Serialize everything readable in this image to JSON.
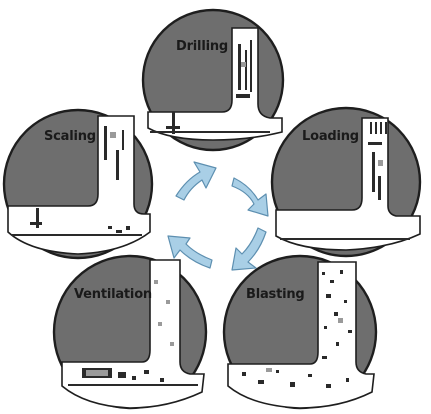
{
  "diagram": {
    "stages": [
      {
        "id": "drilling",
        "label": "Drilling"
      },
      {
        "id": "loading",
        "label": "Loading"
      },
      {
        "id": "blasting",
        "label": "Blasting"
      },
      {
        "id": "ventilation",
        "label": "Ventilation"
      },
      {
        "id": "scaling",
        "label": "Scaling"
      }
    ],
    "colors": {
      "disc_fill": "#6e6e6e",
      "disc_outline": "#1e1e1e",
      "opening_fill": "#ffffff",
      "arrow_fill": "#a9cfe6",
      "arrow_outline": "#5d8fb0"
    },
    "arrow_direction": "clockwise"
  }
}
